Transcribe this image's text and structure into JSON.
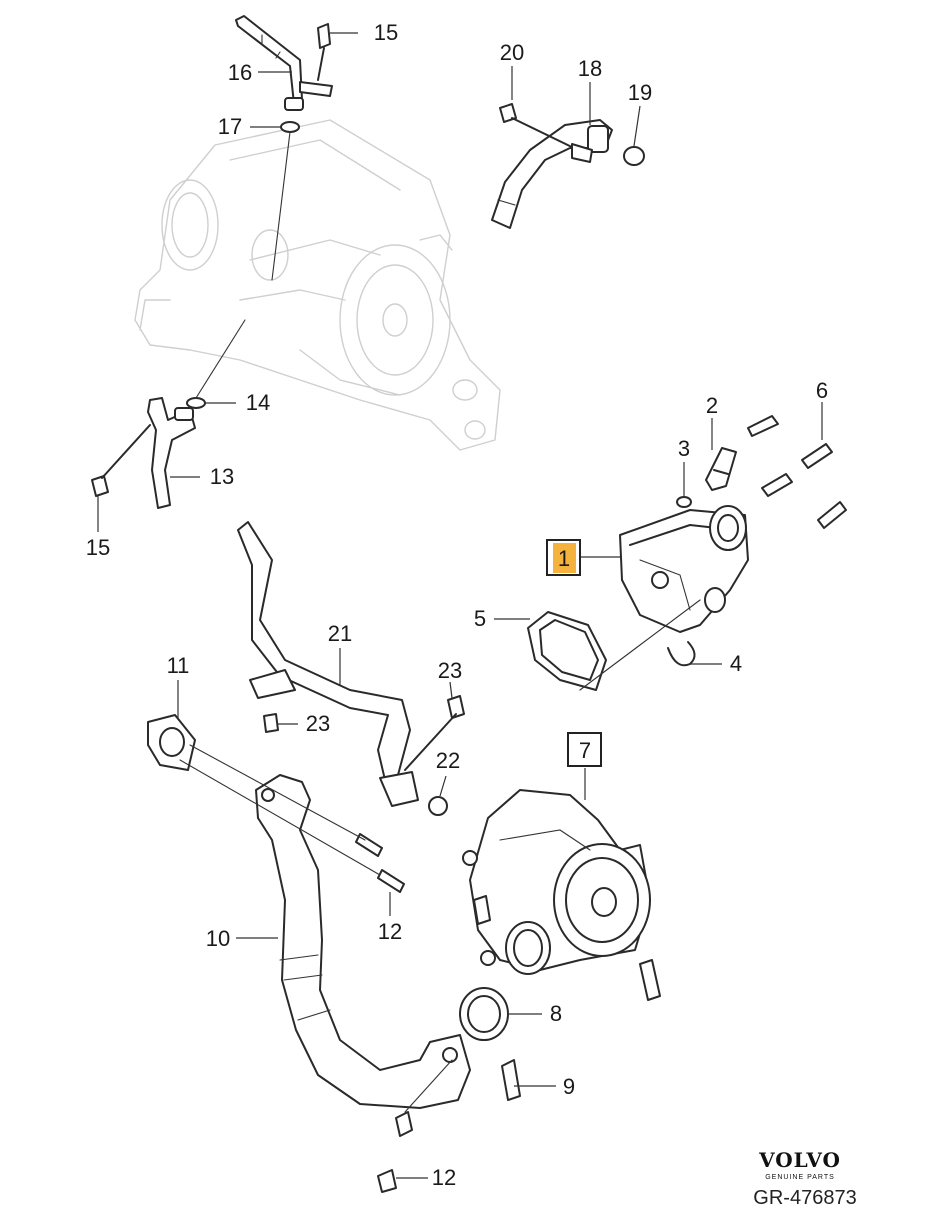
{
  "callouts": {
    "c1": "1",
    "c2": "2",
    "c3": "3",
    "c4": "4",
    "c5": "5",
    "c6": "6",
    "c7": "7",
    "c8": "8",
    "c9": "9",
    "c10": "10",
    "c11": "11",
    "c12a": "12",
    "c12b": "12",
    "c13": "13",
    "c14": "14",
    "c15a": "15",
    "c15b": "15",
    "c16": "16",
    "c17": "17",
    "c18": "18",
    "c19": "19",
    "c20": "20",
    "c21": "21",
    "c22": "22",
    "c23a": "23",
    "c23b": "23"
  },
  "highlight_color": "#f5b33d",
  "brand": {
    "name": "VOLVO",
    "sub": "GENUINE PARTS"
  },
  "reference": "GR-476873"
}
